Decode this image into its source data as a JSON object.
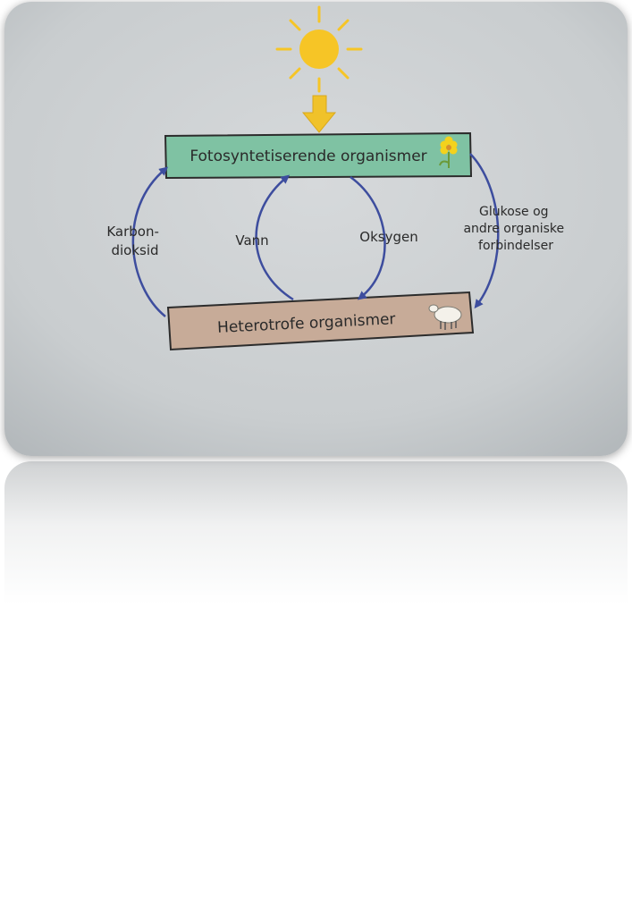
{
  "diagram": {
    "top_box": "Fotosyntetiserende organismer",
    "bottom_box": "Heterotrofe organismer",
    "left_label": [
      "Karbon-",
      "dioksid"
    ],
    "inner_left_label": "Vann",
    "inner_right_label": "Oksygen",
    "right_label": [
      "Glukose og",
      "andre organiske",
      "forbindelser"
    ]
  },
  "icons": {
    "sun": "sun-icon",
    "flower": "flower-icon",
    "sheep": "sheep-icon"
  },
  "colors": {
    "top_box": "#7fc2a3",
    "bottom_box": "#c7ab98",
    "arrow": "#3d4d9e",
    "sun": "#f6c526",
    "background": "#cfd3d5"
  }
}
